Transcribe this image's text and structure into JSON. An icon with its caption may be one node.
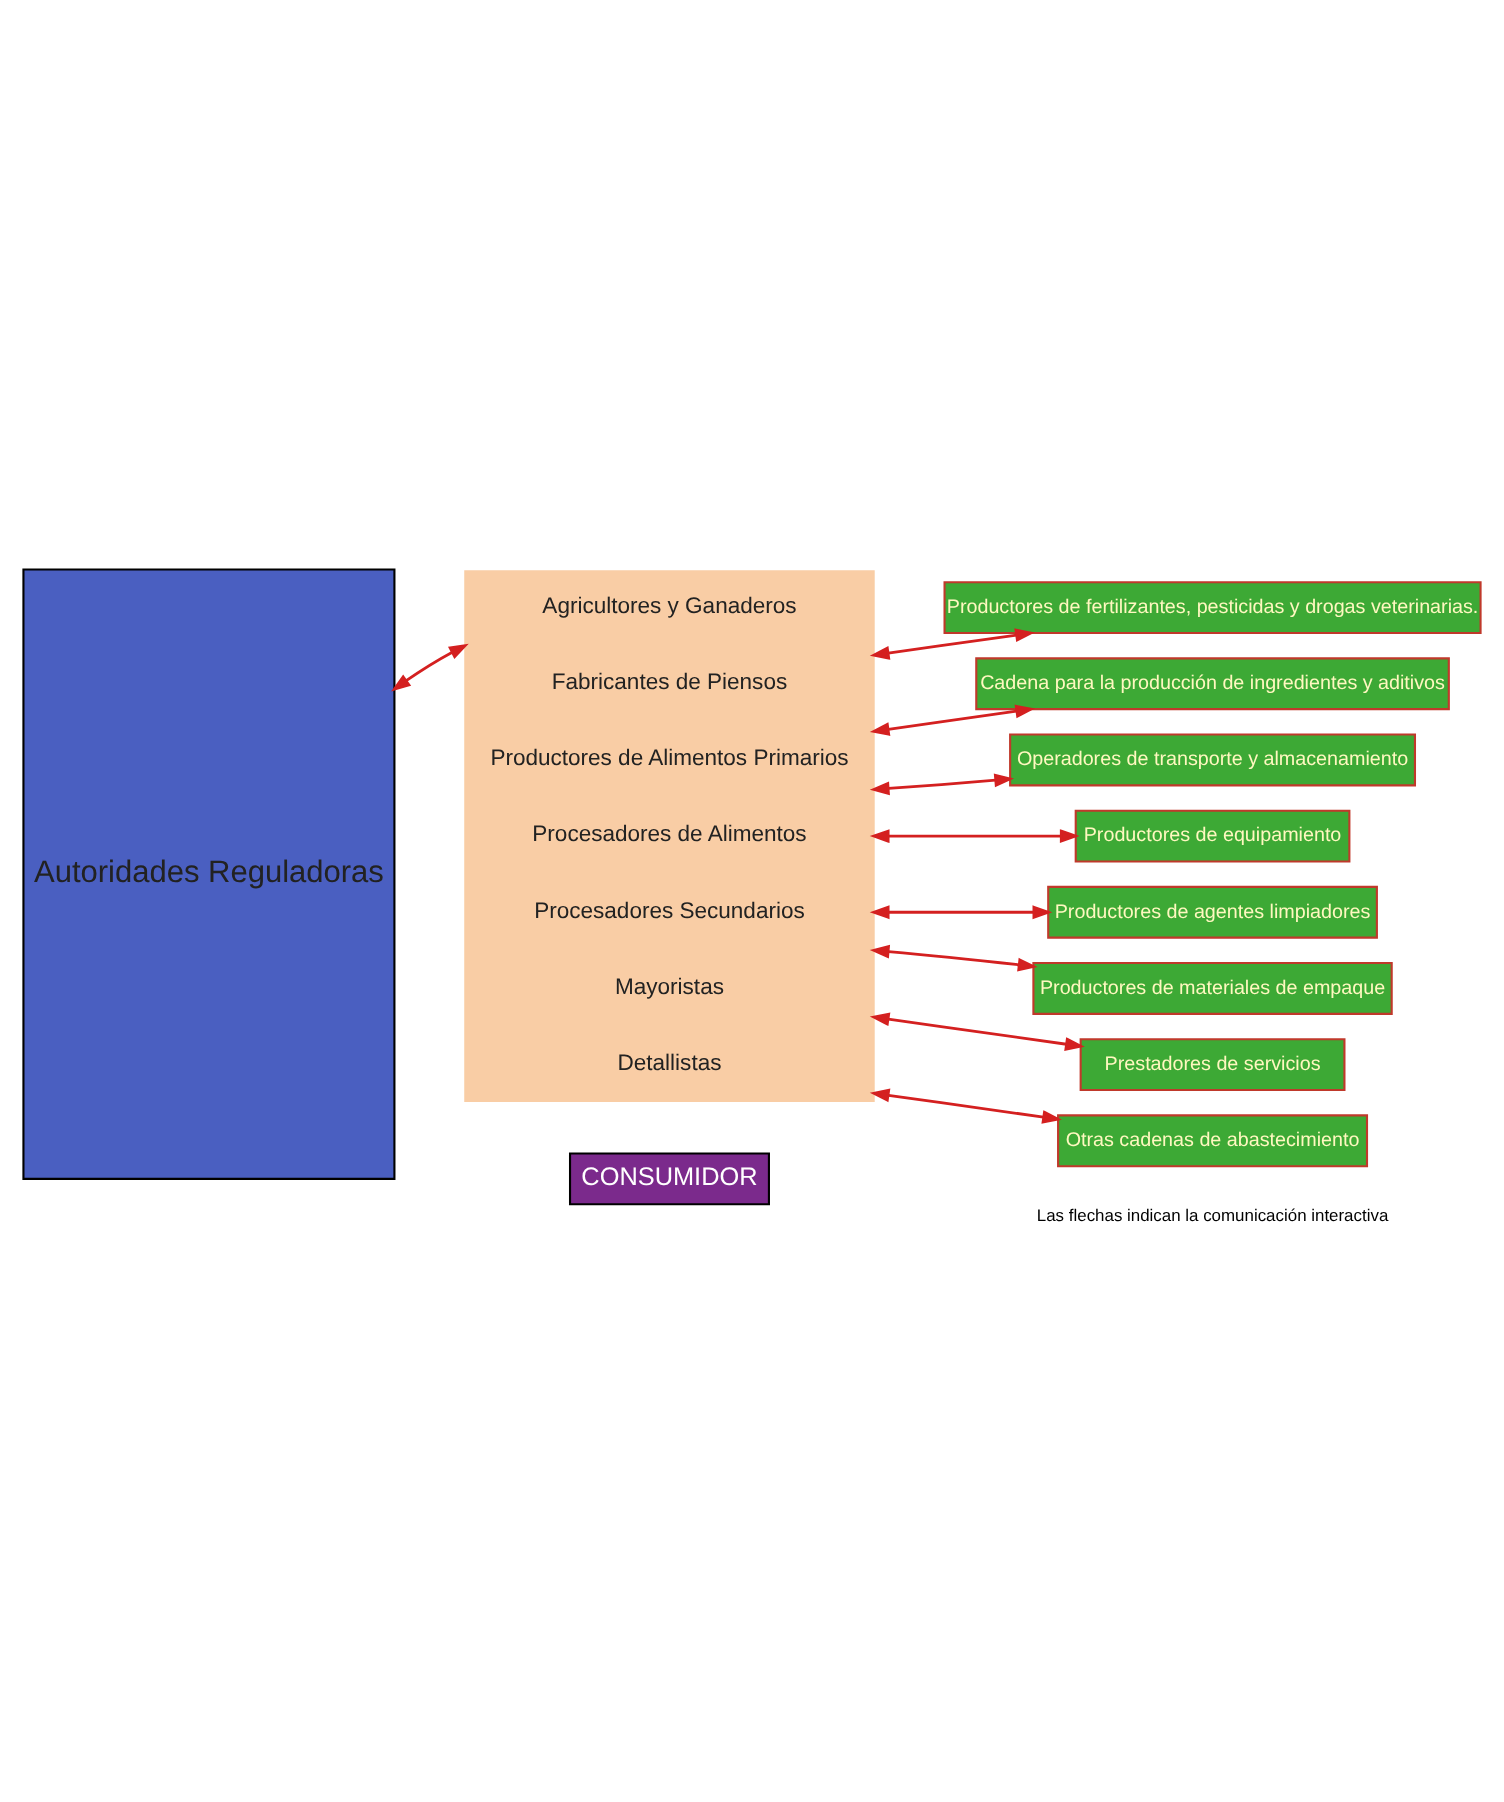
{
  "diagram": {
    "nodes": [
      {
        "text": [
          "Autoridades Reguladoras"
        ]
      },
      {
        "text": [],
        "shape": "box"
      },
      {
        "text": [
          "Agricultores y Ganaderos"
        ],
        "in": 1
      },
      {
        "text": [
          "Fabricantes de Piensos"
        ],
        "in": 1
      },
      {
        "text": [
          "Productores de Alimentos Primarios"
        ],
        "in": 1
      },
      {
        "text": [
          "Procesadores de Alimentos"
        ],
        "in": 1
      },
      {
        "text": [
          "Procesadores Secundarios"
        ],
        "in": 1
      },
      {
        "text": [
          "Mayoristas"
        ],
        "in": 1
      },
      {
        "text": [
          "Detallistas"
        ],
        "in": 1
      },
      {
        "text": [
          "CONSUMIDOR"
        ]
      },
      {
        "text": [
          "Productores de fertilizantes, pesticidas y drogas veterinarias."
        ]
      },
      {
        "text": [
          "Cadena para la producción de ingredientes y aditivos"
        ]
      },
      {
        "text": [
          "Operadores de transporte y almacenamiento"
        ]
      },
      {
        "text": [
          "Productores de equipamiento"
        ]
      },
      {
        "text": [
          "Productores de agentes limpiadores"
        ]
      },
      {
        "text": [
          "Productores de materiales de empaque"
        ]
      },
      {
        "text": [
          "Prestadores de servicios"
        ]
      },
      {
        "text": [
          "Otras cadenas de abastecimiento"
        ]
      }
    ],
    "edges": [
      {
        "from": 0,
        "to": 1,
        "arrow": "both"
      },
      {
        "from": 1,
        "to": 10,
        "arrow": "both"
      },
      {
        "from": 1,
        "to": 11,
        "arrow": "both"
      },
      {
        "from": 1,
        "to": 12,
        "arrow": "both"
      },
      {
        "from": 1,
        "to": 13,
        "arrow": "both"
      },
      {
        "from": 1,
        "to": 14,
        "arrow": "both"
      },
      {
        "from": 1,
        "to": 15,
        "arrow": "both"
      },
      {
        "from": 1,
        "to": 16,
        "arrow": "both"
      },
      {
        "from": 1,
        "to": 17,
        "arrow": "both"
      }
    ],
    "labels": [
      "Las flechas indican la comunicación interactiva"
    ]
  }
}
